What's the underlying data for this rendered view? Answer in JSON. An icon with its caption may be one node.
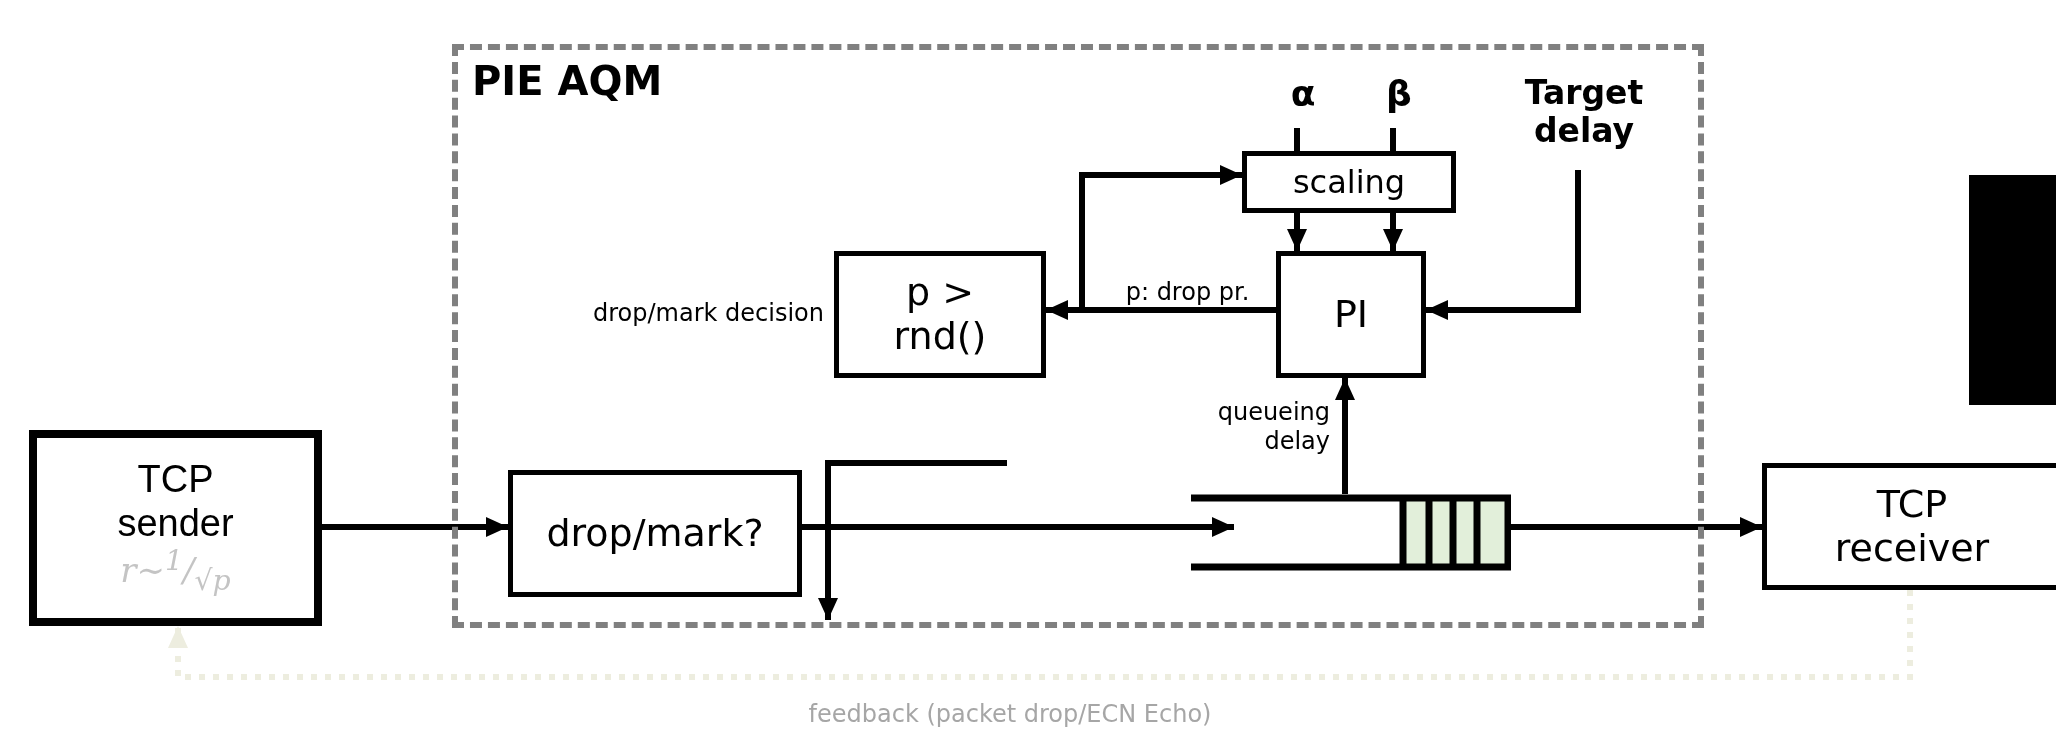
{
  "diagram": {
    "nodes": [
      {
        "text": [
          "PIE AQM"
        ]
      },
      {
        "text": [
          "TCP sender",
          "r∼$^{1}$/$_{√p}$"
        ]
      },
      {
        "text": [
          "drop/mark?"
        ],
        "in": 0
      },
      {
        "text": [
          "p > rnd()"
        ],
        "in": 0,
        "beside": [
          "drop/mark decision"
        ]
      },
      {
        "text": [
          "PI"
        ],
        "in": 0
      },
      {
        "text": [
          "scaling"
        ],
        "in": 0
      },
      {
        "text": [
          "α"
        ],
        "in": 0
      },
      {
        "text": [
          "β"
        ],
        "in": 0
      },
      {
        "text": [
          "Target delay"
        ],
        "in": 0
      },
      {
        "text": [],
        "shape": "box",
        "in": 0
      },
      {
        "text": [
          "TCP receiver"
        ]
      }
    ],
    "edges": [
      {
        "from": 1,
        "to": 2,
        "arrow": "to"
      },
      {
        "from": 2,
        "to": 9,
        "arrow": "to"
      },
      {
        "from": 9,
        "to": 10,
        "arrow": "to"
      },
      {
        "from": 9,
        "to": 4,
        "arrow": "to",
        "label": "queueing delay"
      },
      {
        "from": 4,
        "to": 3,
        "arrow": "to",
        "label": "p: drop pr."
      },
      {
        "from": 4,
        "to": 5,
        "arrow": "to"
      },
      {
        "from": 6,
        "to": 5,
        "arrow": "none"
      },
      {
        "from": 7,
        "to": 5,
        "arrow": "none"
      },
      {
        "from": 5,
        "to": 4,
        "arrow": "to"
      },
      {
        "from": 5,
        "to": 4,
        "arrow": "to"
      },
      {
        "from": 8,
        "to": 4,
        "arrow": "to"
      },
      {
        "from": 10,
        "to": 1,
        "arrow": "to",
        "style": "dashed",
        "color": "#ededdf",
        "label": "feedback (packet drop/ECN Echo)"
      }
    ]
  }
}
